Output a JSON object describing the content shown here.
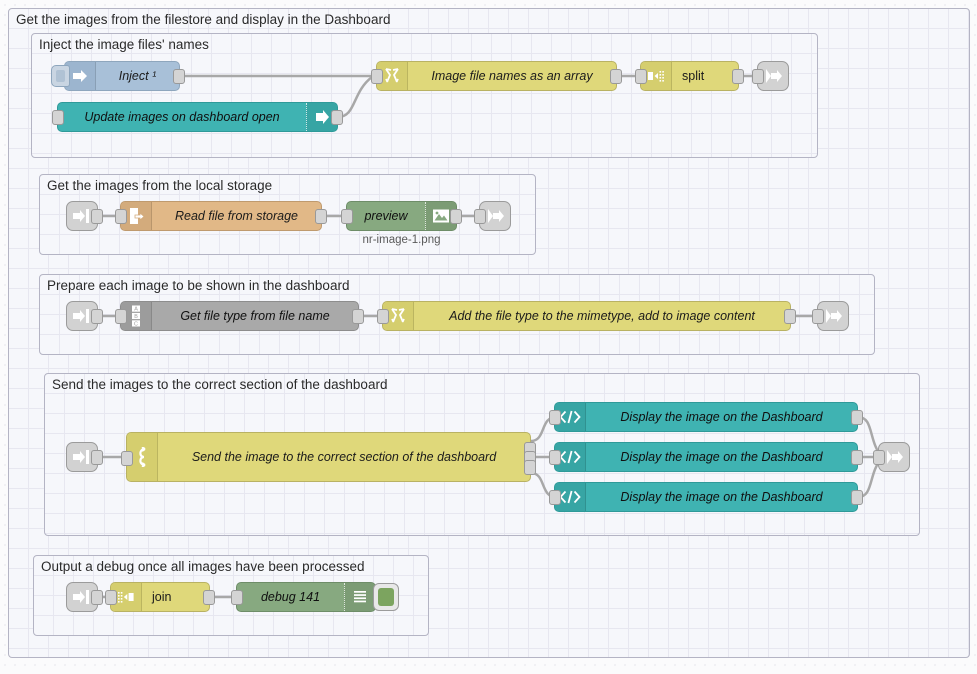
{
  "app": {
    "name": "node-red-flow-editor"
  },
  "groups": [
    {
      "label": "Get the images from the filestore and display in the Dashboard"
    },
    {
      "label": "Inject the image files' names"
    },
    {
      "label": "Get the images from the local storage"
    },
    {
      "label": "Prepare each image to be shown in the dashboard"
    },
    {
      "label": "Send the images to the correct section of the dashboard"
    },
    {
      "label": "Output a debug once all images have been processed"
    }
  ],
  "nodes": {
    "inject": {
      "label": "Inject ¹",
      "icon": "inject-arrow-icon",
      "color": "#a8c0d8"
    },
    "update_images": {
      "label": "Update images on dashboard open",
      "icon": "arrow-right-icon",
      "color": "#3fb3b2"
    },
    "image_file_names": {
      "label": "Image file names as an array",
      "icon": "change-swap-icon",
      "color": "#dfd87a"
    },
    "split": {
      "label": "split",
      "icon": "split-icon",
      "color": "#dfd87a"
    },
    "read_file": {
      "label": "Read file from storage",
      "icon": "file-arrow-icon",
      "color": "#e1b887"
    },
    "preview": {
      "label": "preview",
      "icon": "image-icon",
      "color": "#87a980",
      "sublabel": "nr-image-1.png"
    },
    "get_file_type": {
      "label": "Get file type from file name",
      "icon": "template-abc-icon",
      "color": "#a9a9a9"
    },
    "add_mimetype": {
      "label": "Add the file type to the mimetype, add to image content",
      "icon": "change-swap-icon",
      "color": "#dfd87a"
    },
    "switch_section": {
      "label": "Send the image to the correct section of the dashboard",
      "icon": "switch-fork-icon",
      "color": "#dfd87a"
    },
    "display_1": {
      "label": "Display the image on the Dashboard",
      "icon": "code-brackets-icon",
      "color": "#3fb3b2"
    },
    "display_2": {
      "label": "Display the image on the Dashboard",
      "icon": "code-brackets-icon",
      "color": "#3fb3b2"
    },
    "display_3": {
      "label": "Display the image on the Dashboard",
      "icon": "code-brackets-icon",
      "color": "#3fb3b2"
    },
    "join": {
      "label": "join",
      "icon": "join-icon",
      "color": "#dfd87a"
    },
    "debug": {
      "label": "debug 141",
      "icon": "debug-lines-icon",
      "color": "#87a980",
      "toggle_color": "#7ca45f"
    }
  },
  "link_nodes": {
    "link_out_1": {
      "icon": "link-out-icon"
    },
    "link_in_2": {
      "icon": "link-in-icon"
    },
    "link_out_2": {
      "icon": "link-out-icon"
    },
    "link_in_3": {
      "icon": "link-in-icon"
    },
    "link_out_3": {
      "icon": "link-out-icon"
    },
    "link_in_4": {
      "icon": "link-in-icon"
    },
    "link_out_4": {
      "icon": "link-out-icon"
    },
    "link_in_5": {
      "icon": "link-in-icon"
    }
  },
  "colors": {
    "canvas": "#fbfbfc",
    "group_fill": "#f6f7fb",
    "group_border": "#b4b4c4",
    "wire": "#a8a8a8"
  }
}
